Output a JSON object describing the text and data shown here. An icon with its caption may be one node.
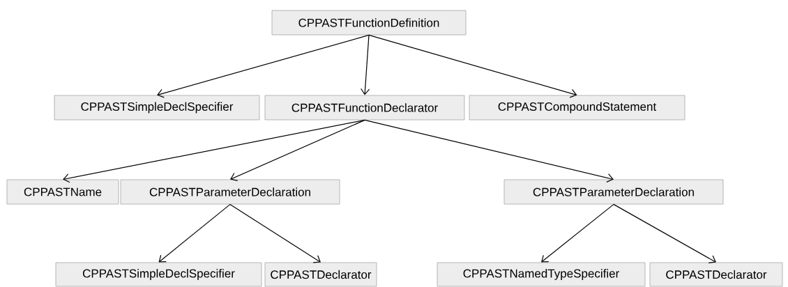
{
  "diagram": {
    "nodes": [
      {
        "text": [
          "CPPASTFunctionDefinition"
        ]
      },
      {
        "text": [
          "CPPASTSimpleDeclSpecifier"
        ]
      },
      {
        "text": [
          "CPPASTFunctionDeclarator"
        ]
      },
      {
        "text": [
          "CPPASTCompoundStatement"
        ]
      },
      {
        "text": [
          "CPPASTName"
        ]
      },
      {
        "text": [
          "CPPASTParameterDeclaration"
        ]
      },
      {
        "text": [
          "CPPASTParameterDeclaration"
        ]
      },
      {
        "text": [
          "CPPASTSimpleDeclSpecifier"
        ]
      },
      {
        "text": [
          "CPPASTDeclarator"
        ]
      },
      {
        "text": [
          "CPPASTNamedTypeSpecifier"
        ]
      },
      {
        "text": [
          "CPPASTDeclarator"
        ]
      }
    ],
    "edges": [
      {
        "from": 0,
        "to": 1,
        "arrow": "to"
      },
      {
        "from": 0,
        "to": 2,
        "arrow": "to"
      },
      {
        "from": 0,
        "to": 3,
        "arrow": "to"
      },
      {
        "from": 2,
        "to": 4,
        "arrow": "to"
      },
      {
        "from": 2,
        "to": 5,
        "arrow": "to"
      },
      {
        "from": 2,
        "to": 6,
        "arrow": "to"
      },
      {
        "from": 5,
        "to": 7,
        "arrow": "to"
      },
      {
        "from": 5,
        "to": 8,
        "arrow": "to"
      },
      {
        "from": 6,
        "to": 9,
        "arrow": "to"
      },
      {
        "from": 6,
        "to": 10,
        "arrow": "to"
      }
    ]
  }
}
